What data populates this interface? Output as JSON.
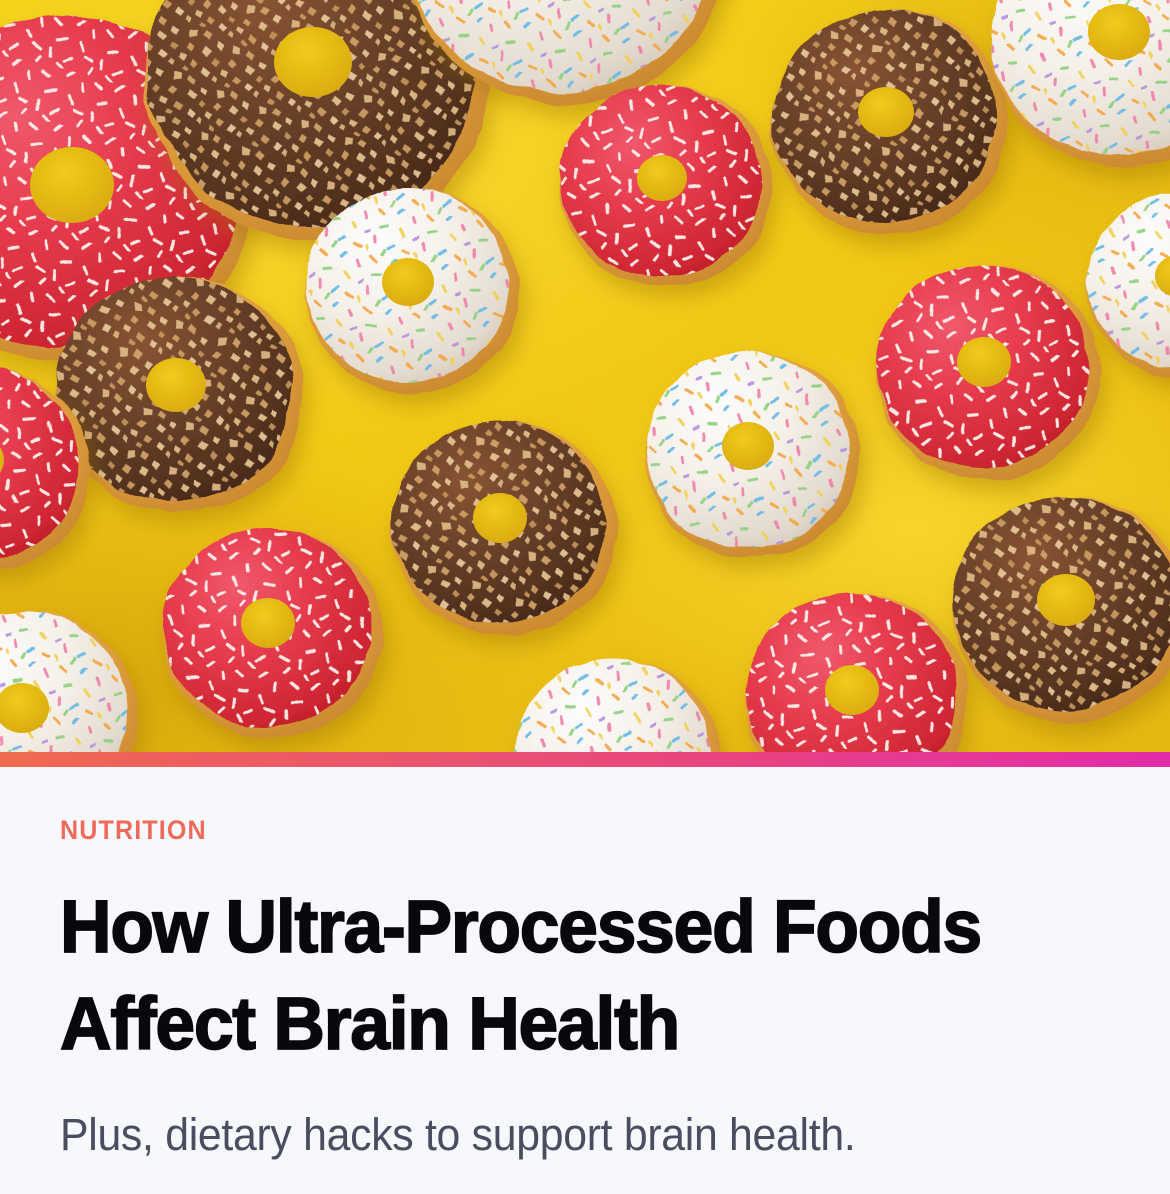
{
  "article": {
    "kicker": "NUTRITION",
    "headline": "How Ultra-Processed Foods Affect Brain Health",
    "headline_line_1": "How Ultra-Processed Foods",
    "headline_line_2": "Affect Brain Health",
    "subtitle": "Plus, dietary hacks to support brain health."
  },
  "hero": {
    "alt": "Assorted frosted donuts arranged on a bright yellow background",
    "background_color": "#F7D417",
    "donut_varieties": [
      "red-glaze-white-sprinkles",
      "chocolate-glaze-chopped-nuts",
      "white-glaze-rainbow-sprinkles"
    ]
  },
  "theme": {
    "page_background": "#F7F8FC",
    "kicker_color": "#EE6B5C",
    "headline_color": "#08090C",
    "subtitle_color": "#4B4C5F",
    "accent_rule_start": "#F06B4F",
    "accent_rule_mid": "#E8506E",
    "accent_rule_end": "#E22BA8",
    "donut_red_glaze": "#E8384A",
    "donut_chocolate_glaze": "#6B4026",
    "donut_white_glaze": "#F6F1EA",
    "donut_dough": "#E8A63C"
  }
}
